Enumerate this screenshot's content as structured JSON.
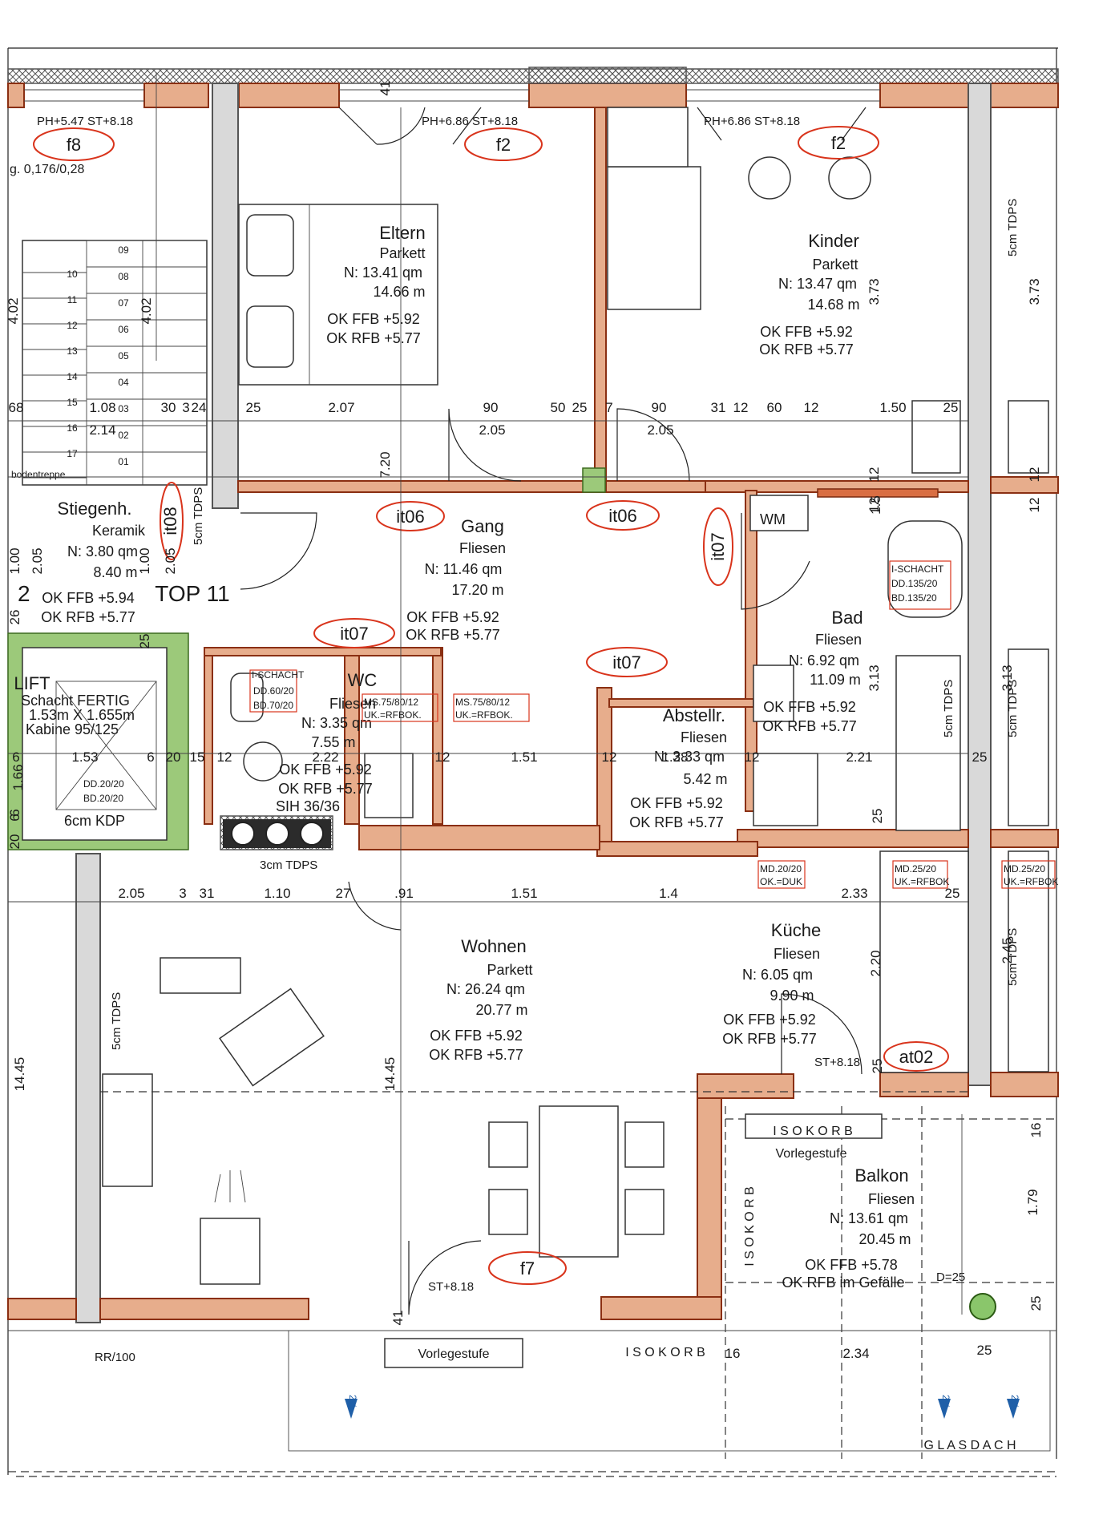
{
  "top_label": "TOP 11",
  "rooms": {
    "eltern": {
      "name": "Eltern",
      "floor": "Parkett",
      "area": "N: 13.41 qm",
      "perimeter": "14.66 m",
      "ffb": "OK FFB +5.92",
      "rfb": "OK RFB +5.77"
    },
    "kinder": {
      "name": "Kinder",
      "floor": "Parkett",
      "area": "N: 13.47 qm",
      "perimeter": "14.68 m",
      "ffb": "OK FFB +5.92",
      "rfb": "OK RFB +5.77"
    },
    "gang": {
      "name": "Gang",
      "floor": "Fliesen",
      "area": "N: 11.46 qm",
      "perimeter": "17.20 m",
      "ffb": "OK FFB +5.92",
      "rfb": "OK RFB +5.77"
    },
    "bad": {
      "name": "Bad",
      "floor": "Fliesen",
      "area": "N: 6.92 qm",
      "perimeter": "11.09 m",
      "ffb": "OK FFB +5.92",
      "rfb": "OK RFB +5.77"
    },
    "wc": {
      "name": "WC",
      "floor": "Fliesen",
      "area": "N: 3.35 qm",
      "perimeter": "7.55 m",
      "ffb": "OK FFB +5.92",
      "rfb": "OK RFB +5.77"
    },
    "abstellr": {
      "name": "Abstellr.",
      "floor": "Fliesen",
      "area": "N: 3.33 qm",
      "perimeter": "5.42 m",
      "ffb": "OK FFB +5.92",
      "rfb": "OK RFB +5.77"
    },
    "wohnen": {
      "name": "Wohnen",
      "floor": "Parkett",
      "area": "N: 26.24 qm",
      "perimeter": "20.77 m",
      "ffb": "OK FFB +5.92",
      "rfb": "OK RFB +5.77"
    },
    "kueche": {
      "name": "Küche",
      "floor": "Fliesen",
      "area": "N: 6.05 qm",
      "perimeter": "9.90 m",
      "ffb": "OK FFB +5.92",
      "rfb": "OK RFB +5.77"
    },
    "balkon": {
      "name": "Balkon",
      "floor": "Fliesen",
      "area": "N: 13.61 qm",
      "perimeter": "20.45 m",
      "ffb": "OK FFB +5.78",
      "rfb": "OK RFB im Gefälle"
    },
    "stiegenh": {
      "name": "Stiegenh.",
      "floor": "Keramik",
      "area": "N: 3.80 qm",
      "perimeter": "8.40 m",
      "ffb": "OK FFB +5.94",
      "rfb": "OK RFB +5.77"
    },
    "lift": {
      "name": "LIFT",
      "line1": "Schacht  FERTIG",
      "line2": "1.53m  X  1.655m",
      "line3": "Kabine  95/125",
      "kdp": "6cm  KDP"
    }
  },
  "tags": {
    "f8": "f8",
    "f2a": "f2",
    "f2b": "f2",
    "f7": "f7",
    "it06a": "it06",
    "it06b": "it06",
    "it07a": "it07",
    "it07b": "it07",
    "it07c": "it07",
    "it08": "it08",
    "at02": "at02"
  },
  "windows": {
    "w1": "PH+5.47  ST+8.18",
    "w2": "PH+6.86  ST+8.18",
    "w3": "PH+6.86  ST+8.18",
    "st1": "ST+8.18",
    "st2": "ST+8.18"
  },
  "misc": {
    "stair_ratio": "g.  0,176/0,28",
    "wm": "WM",
    "sih": "SIH  36/36",
    "tdps3": "3cm  TDPS",
    "tdps5": "5cm  TDPS",
    "vorlegestufe1": "Vorlegestufe",
    "vorlegestufe2": "Vorlegestufe",
    "isokorb_h1": "I S O K O R B",
    "isokorb_h2": "I S O K O R B",
    "isokorb_v": "I S O K O R B",
    "glasdach": "G L A S D A C H",
    "rr": "RR/100",
    "d25": "D=25",
    "bodentreppe": "bodentreppe",
    "ischacht": "I-SCHACHT",
    "slope": "2%",
    "num2": "2"
  },
  "notes": {
    "wc1": "DD.60/20",
    "wc2": "BD.70/20",
    "ms1a": "MS.75/80/12",
    "ms1b": "UK.=RFBOK.",
    "ms2a": "MS.75/80/12",
    "ms2b": "UK.=RFBOK.",
    "lift1": "DD.20/20",
    "lift2": "BD.20/20",
    "bad1": "I-SCHACHT",
    "bad2": "DD.135/20",
    "bad3": "BD.135/20",
    "md1a": "MD.20/20",
    "md1b": "OK.=DUK",
    "md2a": "MD.25/20",
    "md2b": "UK.=RFBOK",
    "md3a": "MD.25/20",
    "md3b": "UK.=RFBOK"
  },
  "dims": {
    "row1": [
      "68",
      "1.08",
      "30",
      "3",
      "24",
      "25",
      "2.07",
      "90",
      "50",
      "25",
      "7",
      "90",
      "31",
      "12",
      "60",
      "12",
      "1.50",
      "25"
    ],
    "row1b": [
      "2.14",
      "2.05",
      "2.05"
    ],
    "row2": [
      "2.05",
      "3",
      "31",
      "1.10",
      "27",
      ".91",
      "1.51",
      "1.4",
      "2.33",
      "25"
    ],
    "row3": [
      "6",
      "1.53",
      "6",
      "20",
      "15",
      "12",
      "2.22",
      "12",
      "1.51",
      "12",
      "1.28",
      "12",
      "2.21",
      "25"
    ],
    "vert": [
      "4.02",
      "4.02",
      "7.20",
      "3.73",
      "3.73",
      "1.00",
      "2.05",
      "1.00",
      "2.05",
      "26",
      "25",
      "1.66",
      "6",
      "20",
      "6",
      "3.13",
      "3.13",
      "2.20",
      "2.45",
      "25",
      "25",
      "14.45",
      "14.45",
      "1.79",
      "16",
      "25",
      "12",
      "12",
      "12",
      "12",
      "41",
      "41",
      "1.5"
    ],
    "bal": [
      "16",
      "2.34",
      "25"
    ],
    "stairs": [
      "09",
      "08",
      "07",
      "06",
      "05",
      "04",
      "03",
      "02",
      "01",
      "10",
      "11",
      "12",
      "13",
      "14",
      "15",
      "16",
      "17"
    ]
  }
}
